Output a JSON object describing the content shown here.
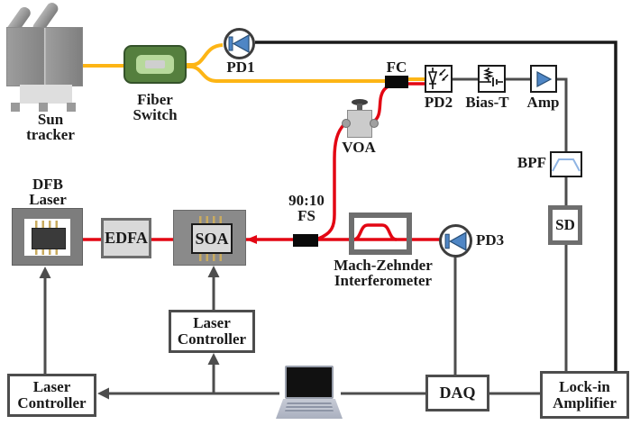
{
  "diagram": {
    "type": "optical-experiment-schematic",
    "components": {
      "sun_tracker": {
        "label_line1": "Sun",
        "label_line2": "tracker"
      },
      "fiber_switch": {
        "label_line1": "Fiber",
        "label_line2": "Switch"
      },
      "pd1": {
        "label": "PD1"
      },
      "fc": {
        "label": "FC"
      },
      "pd2": {
        "label": "PD2"
      },
      "bias_t": {
        "label": "Bias-T"
      },
      "amp": {
        "label": "Amp"
      },
      "bpf": {
        "label": "BPF"
      },
      "sd": {
        "label": "SD"
      },
      "voa": {
        "label": "VOA"
      },
      "fiber_splitter": {
        "label_line1": "90:10",
        "label_line2": "FS"
      },
      "mzi": {
        "label_line1": "Mach-Zehnder",
        "label_line2": "Interferometer"
      },
      "pd3": {
        "label": "PD3"
      },
      "dfb_laser": {
        "label_line1": "DFB",
        "label_line2": "Laser"
      },
      "edfa": {
        "label": "EDFA"
      },
      "soa": {
        "label": "SOA"
      },
      "laser_controller_soa": {
        "label_line1": "Laser",
        "label_line2": "Controller"
      },
      "laser_controller_dfb": {
        "label_line1": "Laser",
        "label_line2": "Controller"
      },
      "daq": {
        "label": "DAQ"
      },
      "lockin_amplifier": {
        "label_line1": "Lock-in",
        "label_line2": "Amplifier"
      }
    },
    "colors": {
      "fiber_yellow": "#FDB515",
      "fiber_red": "#E30613",
      "electrical_gray": "#4D4D4D",
      "signal_black": "#1A1A1A",
      "photodiode_blue": "#4F86C5",
      "switch_green": "#557F3E"
    }
  }
}
